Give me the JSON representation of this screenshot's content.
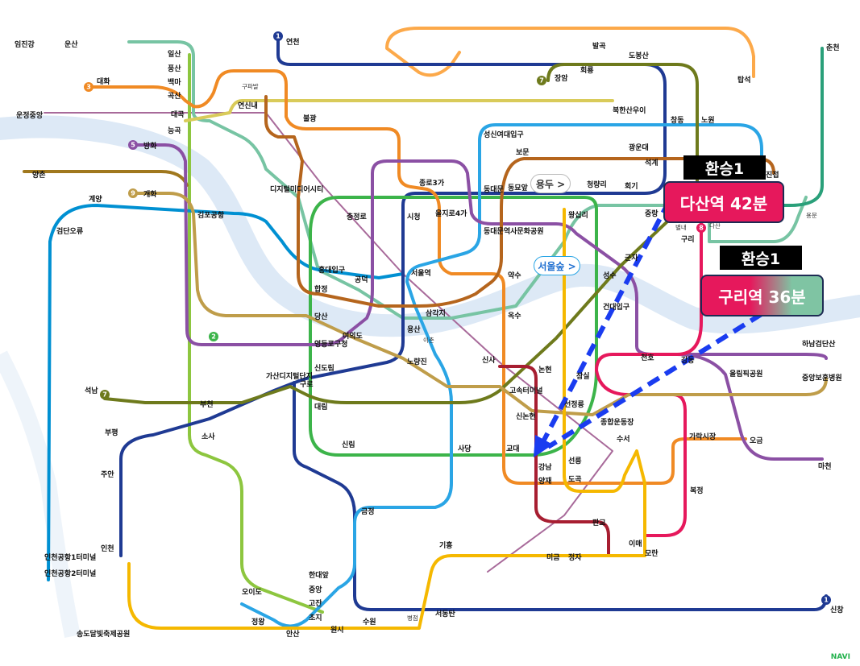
{
  "colors": {
    "line1": "#1f3a93",
    "line2": "#3cb44a",
    "line3": "#f08a24",
    "line4": "#2aa5e5",
    "line5": "#8b50a4",
    "line6": "#b5651d",
    "line7": "#6e7a1c",
    "line8": "#e6185c",
    "line9": "#bf9d4a",
    "shinbundang": "#a71e31",
    "suinbundang": "#f5b800",
    "gyeongui": "#77c4a3",
    "airport": "#0090d2",
    "seohae": "#8dc63f",
    "gtxa": "#a86a9a",
    "river": "#dde9f6",
    "route_arrow": "#1a3cf0",
    "callout_pink": "#e6185c",
    "callout_green": "#7fc4a3"
  },
  "line_badges": [
    "1",
    "3",
    "5",
    "9",
    "7",
    "2",
    "7",
    "8",
    "1"
  ],
  "stations": {
    "yeoncheon": "연천",
    "imjingang": "임진강",
    "unsan": "운산",
    "ilsan": "일산",
    "pungsan": "풍산",
    "baengma": "백마",
    "goksan": "곡산",
    "daegok": "대곡",
    "neunggok": "능곡",
    "daehwa": "대화",
    "unjeong": "운정중앙",
    "banghwa": "방화",
    "gaehwa": "개화",
    "yangchon": "양촌",
    "gyeyang": "계양",
    "gimpo": "김포공항",
    "geomdan": "검단오류",
    "yeonsinnae": "연신내",
    "bulgwang": "불광",
    "gupabal": "구파발",
    "dmc": "디지털미디어시티",
    "hongdae": "홍대입구",
    "hapjeong": "합정",
    "dangsan": "당산",
    "ydpgu": "영등포구청",
    "sindorim": "신도림",
    "guro": "구로",
    "daerim": "대림",
    "gasan": "가산디지털단지",
    "sillim": "신림",
    "sadang": "사당",
    "gyodae": "교대",
    "gangnam": "강남",
    "seolleung": "선릉",
    "sports": "종합운동장",
    "jamsil": "잠실",
    "kondae": "건대입구",
    "seongsu": "성수",
    "wangsimni": "왕십리",
    "ddp": "동대문역사문화공원",
    "euljiro4": "을지로4가",
    "cityhall": "시청",
    "chungjeongno": "충정로",
    "jongno3": "종로3가",
    "dongdaemun": "동대문",
    "dongmyo": "동묘앞",
    "cheongnyangni": "청량리",
    "hoegi": "회기",
    "jungnang": "중랑",
    "seokgye": "석계",
    "gwangwoon": "광운대",
    "changdong": "창동",
    "nowon": "노원",
    "dobongsan": "도봉산",
    "hoeryong": "회룡",
    "sungshin": "성신여대입구",
    "bomun": "보문",
    "seoulstn": "서울역",
    "samgakji": "삼각지",
    "yongsan": "용산",
    "ichon": "이촌",
    "noryangjin": "노량진",
    "yeouido": "여의도",
    "gongdeok": "공덕",
    "yaksu": "약수",
    "oksu": "옥수",
    "sinsa": "신사",
    "nonhyeon": "논현",
    "express": "고속터미널",
    "sinnonhyeon": "신논현",
    "seonjeongneung": "선정릉",
    "yangjae": "양재",
    "dogok": "도곡",
    "suseo": "수서",
    "garak": "가락시장",
    "ogeum": "오금",
    "bokjeong": "복정",
    "moran": "모란",
    "cheonho": "천호",
    "gangdong": "강동",
    "gunja": "군자",
    "hanam": "하남검단산",
    "macheon": "마천",
    "veterans": "중앙보훈병원",
    "olympic": "올림픽공원",
    "pangyo": "판교",
    "jeongja": "정자",
    "migeum": "미금",
    "imae": "이매",
    "giheung": "기흥",
    "geumjeong": "금정",
    "suwon": "수원",
    "ansan": "안산",
    "oido": "오이도",
    "jeongwang": "정왕",
    "choji": "초지",
    "gojan": "고잔",
    "jungang": "중앙",
    "handae": "한대앞",
    "wonsi": "원시",
    "incheon": "인천",
    "juan": "주안",
    "bupyeong": "부평",
    "bucheon": "부천",
    "sosa": "소사",
    "seongnam": "석남",
    "icn1": "인천공항1터미널",
    "icn2": "인천공항2터미널",
    "songdo": "송도달빛축제공원",
    "sinchang": "신창",
    "seodongtan": "서동탄",
    "byeongjeom": "병점",
    "jinjeop": "진접",
    "byeollae": "별내",
    "jangam": "장암",
    "tapseok": "탑석",
    "balgok": "발곡",
    "uiseong": "북한산우이",
    "chuncheon": "춘천",
    "yongmun": "용문",
    "guri": "구리",
    "dasan": "다산"
  },
  "callouts": [
    {
      "tag": "환승1",
      "label": "다산역 42분"
    },
    {
      "tag": "환승1",
      "label": "구리역 36분"
    }
  ],
  "bubbles": {
    "yongdu": "용두 >",
    "seoulforest": "서울숲 >"
  },
  "logo": "NAVI"
}
